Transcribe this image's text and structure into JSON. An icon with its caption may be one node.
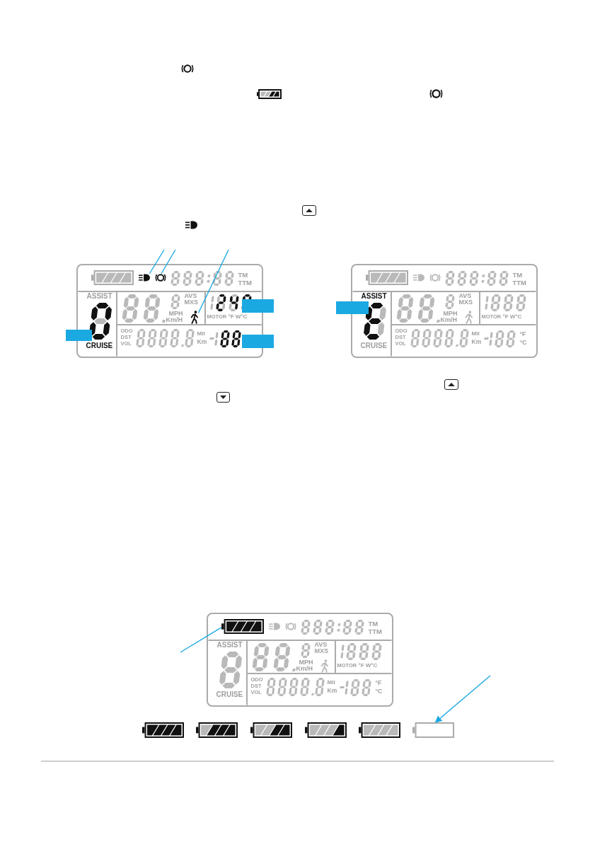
{
  "diagram": {
    "nodes": [
      {
        "text": [
          "TM",
          "TTM",
          "ASSIST",
          "AVS",
          "MXS",
          "MPH",
          "Km/H",
          "MOTOR",
          "°F W°C",
          "ODO",
          "DST",
          "VOL",
          "MII",
          "Km",
          "CRUISE"
        ]
      },
      {
        "text": [],
        "shape": "lamp",
        "in": 0
      },
      {
        "text": [],
        "shape": "circle",
        "in": 0
      },
      {
        "text": [],
        "shape": "person",
        "in": 0
      },
      {
        "text": [],
        "shape": "box"
      },
      {
        "text": [],
        "shape": "box"
      },
      {
        "text": [],
        "shape": "box"
      },
      {
        "text": [
          "TM",
          "TTM",
          "ASSIST",
          "AVS",
          "MXS",
          "MPH",
          "Km/H",
          "MOTOR",
          "°F W°C",
          "ODO",
          "DST",
          "VOL",
          "MII",
          "Km",
          "°F",
          "°C",
          "CRUISE"
        ]
      },
      {
        "text": [],
        "shape": "box"
      },
      {
        "text": [
          "TM",
          "TTM",
          "ASSIST",
          "AVS",
          "MXS",
          "MPH",
          "Km/H",
          "MOTOR",
          "°F W°C",
          "ODO",
          "DST",
          "VOL",
          "MII",
          "Km",
          "°F",
          "°C",
          "CRUISE"
        ]
      },
      {
        "text": [],
        "shape": "battery",
        "in": 9
      },
      {
        "text": [],
        "shape": "battery"
      },
      {
        "text": [],
        "shape": "battery"
      },
      {
        "text": [],
        "shape": "battery"
      },
      {
        "text": [],
        "shape": "battery"
      },
      {
        "text": [],
        "shape": "battery"
      },
      {
        "text": [],
        "shape": "battery"
      }
    ],
    "edges": [
      {
        "from": null,
        "to": 1,
        "arrow": "none"
      },
      {
        "from": null,
        "to": 2,
        "arrow": "none"
      },
      {
        "from": null,
        "to": 3,
        "arrow": "none"
      },
      {
        "from": null,
        "to": 10,
        "arrow": "none"
      },
      {
        "from": null,
        "to": 16,
        "arrow": "to"
      }
    ]
  }
}
